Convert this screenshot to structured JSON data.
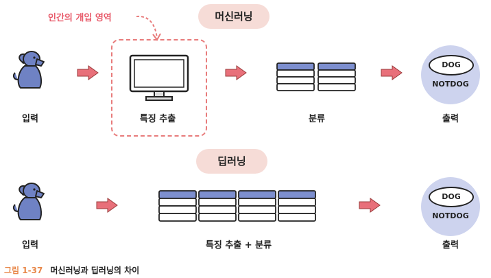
{
  "top": {
    "title": "머신러닝",
    "annotation": "인간의 개입 영역",
    "input_label": "입력",
    "feature_label": "특징 추출",
    "classify_label": "분류",
    "output_label": "출력",
    "output_positive": "DOG",
    "output_negative": "NOTDOG"
  },
  "bottom": {
    "title": "딥러닝",
    "input_label": "입력",
    "combined_label": "특징 추출 + 분류",
    "output_label": "출력",
    "output_positive": "DOG",
    "output_negative": "NOTDOG"
  },
  "caption": {
    "figure": "그림 1-37",
    "text": "머신러닝과 딥러닝의 차이"
  },
  "colors": {
    "arrow": "#e8707a",
    "pill": "#f6dcd7",
    "dog": "#6f82c4",
    "stack": "#7d8fcf",
    "output_circle": "#cdd3ee",
    "annotation": "#e85a6a",
    "figure_label": "#e8884a"
  },
  "icons": [
    "dog-icon",
    "monitor-icon",
    "server-stack-icon",
    "arrow-right-icon"
  ]
}
